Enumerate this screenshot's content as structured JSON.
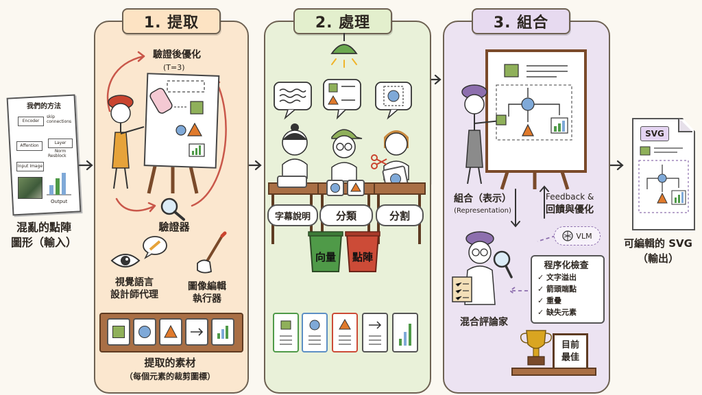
{
  "input": {
    "sheet_title": "我們的方法",
    "boxes": [
      "Encoder",
      "Affention",
      "Input Image",
      "Layer Norm"
    ],
    "notes": [
      "skip\nconnections",
      "Resblock",
      "Output"
    ],
    "label_line1": "混亂的點陣",
    "label_line2": "圖形（輸入）"
  },
  "stage1": {
    "title": "1. 提取",
    "refine_line1": "驗證後優化",
    "refine_line2": "(T=3)",
    "verifier": "驗證器",
    "agent_line1": "視覺語言",
    "agent_line2": "設計師代理",
    "editor_line1": "圖像編輯",
    "editor_line2": "執行器",
    "assets_line1": "提取的素材",
    "assets_line2": "（每個元素的裁剪圖標）"
  },
  "stage2": {
    "title": "2. 處理",
    "signs": [
      "字幕說明",
      "分類",
      "分割"
    ],
    "bins": [
      "向量",
      "點陣"
    ]
  },
  "stage3": {
    "title": "3. 組合",
    "compose_line1": "組合（表示）",
    "compose_line2": "(Representation)",
    "feedback_line1": "Feedback &",
    "feedback_line2": "回饋與優化",
    "vlm": "VLM",
    "checks_title": "程序化檢查",
    "checks": [
      "✓ 文字溢出",
      "✓ 箭頭端點",
      "✓ 重疊",
      "✓ 缺失元素"
    ],
    "critic": "混合評論家",
    "best_line1": "目前",
    "best_line2": "最佳"
  },
  "output": {
    "doc_tag": "SVG",
    "label_line1": "可編輯的 SVG",
    "label_line2": "（輸出）"
  },
  "colors": {
    "stage1_bg": "#fbe7cf",
    "stage2_bg": "#e9f1d9",
    "stage3_bg": "#ece3f2",
    "beret_red": "#c9442f",
    "beret_purple": "#8d6fae",
    "shape_green": "#8fb05a",
    "shape_orange": "#e07a2c",
    "shape_blue": "#7fa9d8",
    "bin_green": "#4f9a48",
    "bin_red": "#cc4b37"
  }
}
